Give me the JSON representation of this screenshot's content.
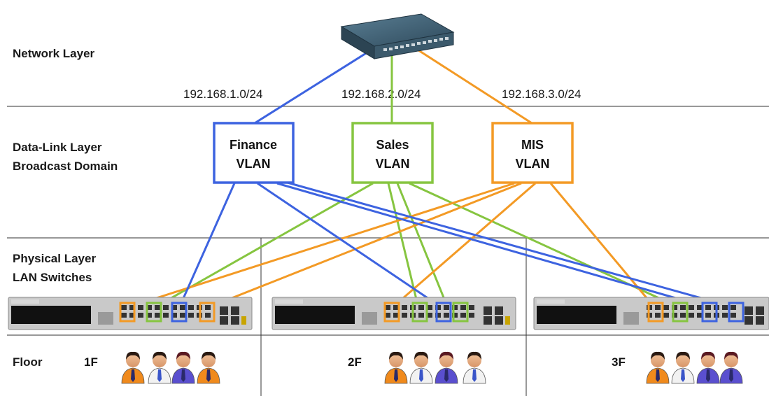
{
  "layers": {
    "network": "Network Layer",
    "datalink_line1": "Data-Link Layer",
    "datalink_line2": "Broadcast Domain",
    "physical_line1": "Physical Layer",
    "physical_line2": "LAN Switches",
    "floor": "Floor"
  },
  "subnets": [
    "192.168.1.0/24",
    "192.168.2.0/24",
    "192.168.3.0/24"
  ],
  "vlans": [
    {
      "line1": "Finance",
      "line2": "VLAN",
      "color": "#3d63e0"
    },
    {
      "line1": "Sales",
      "line2": "VLAN",
      "color": "#86c540"
    },
    {
      "line1": "MIS",
      "line2": "VLAN",
      "color": "#f39a25"
    }
  ],
  "floors": [
    "1F",
    "2F",
    "3F"
  ],
  "icons": {
    "core_switch": "core-switch-icon",
    "lan_switch": "lan-switch-icon",
    "user": "user-icon"
  },
  "user_shirt_colors": {
    "orange": "#f08a1c",
    "white": "#f2f2f2",
    "purple": "#5a4fcf"
  }
}
